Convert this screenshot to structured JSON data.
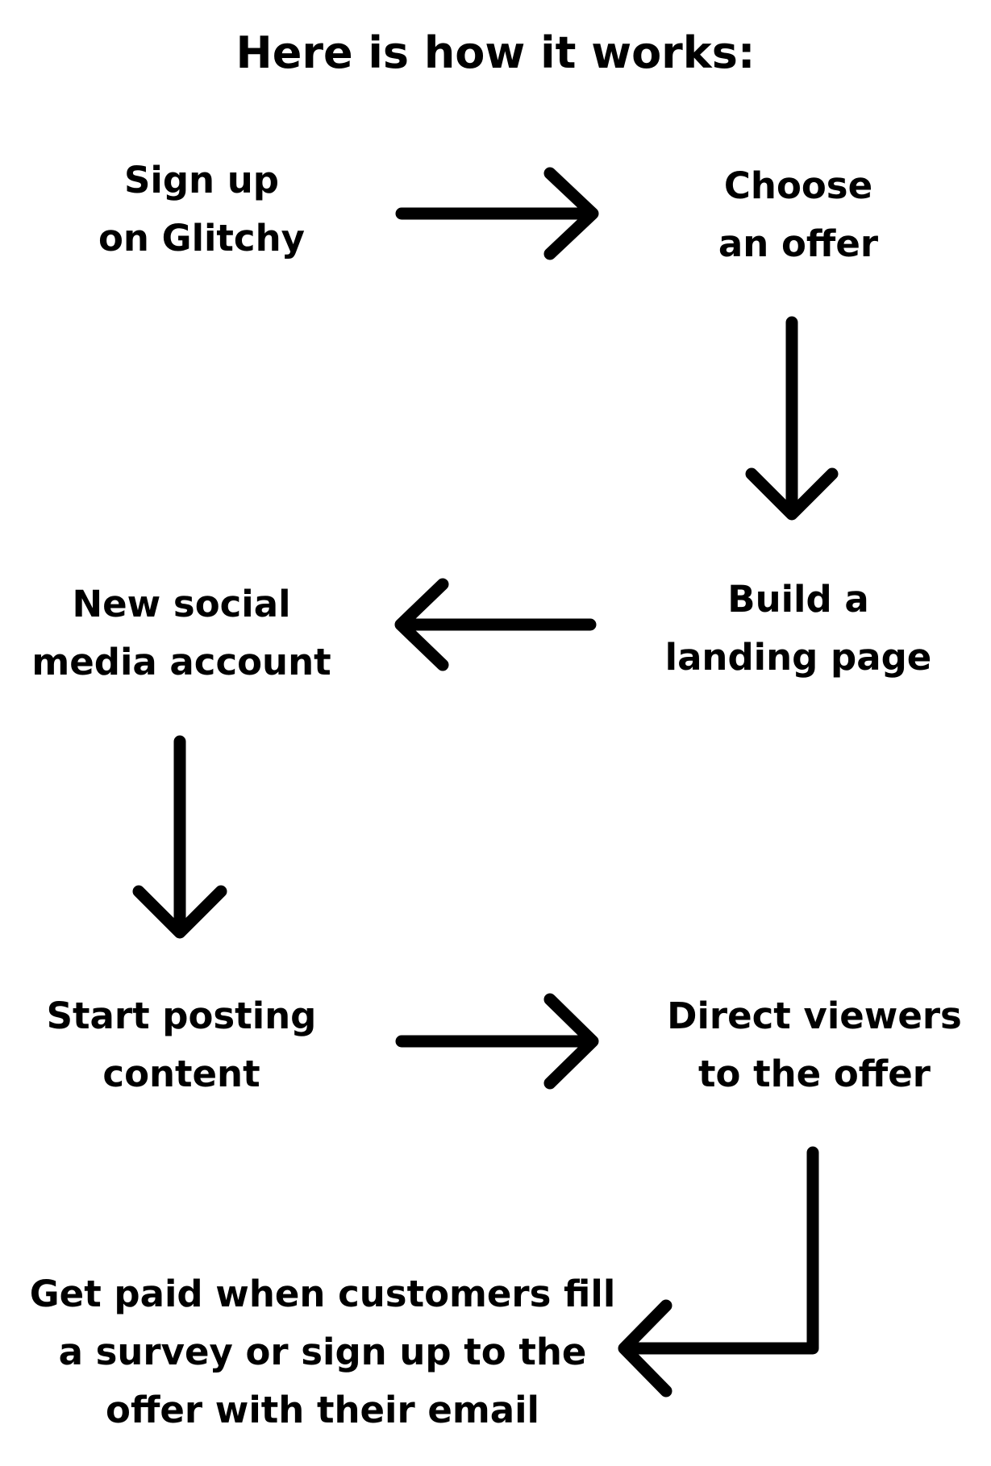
{
  "title": "Here is how it works:",
  "steps": {
    "sign_up": [
      "Sign up",
      "on Glitchy"
    ],
    "choose_offer": [
      "Choose",
      "an offer"
    ],
    "build_landing": [
      "Build a",
      "landing page"
    ],
    "new_social": [
      "New social",
      "media account"
    ],
    "start_posting": [
      "Start posting",
      "content"
    ],
    "direct_viewers": [
      "Direct viewers",
      "to the offer"
    ],
    "get_paid": [
      "Get paid when customers fill",
      "a survey or sign up to the",
      "offer with their email"
    ]
  },
  "colors": {
    "background": "#ffffff",
    "ink": "#000000"
  }
}
